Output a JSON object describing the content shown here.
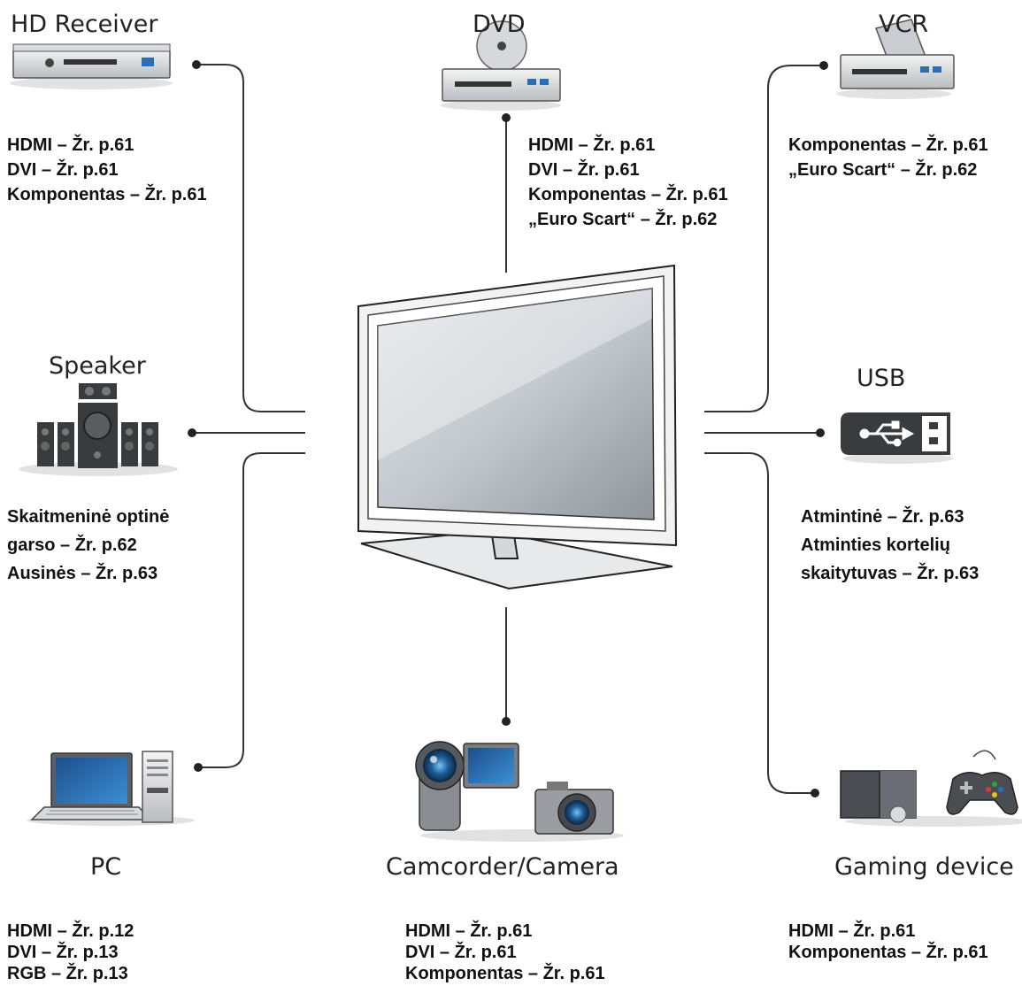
{
  "devices": {
    "hd_receiver": {
      "title": "HD Receiver",
      "refs": [
        "HDMI – Žr. p.61",
        "DVI – Žr. p.61",
        "Komponentas – Žr. p.61"
      ]
    },
    "dvd": {
      "title": "DVD",
      "refs": [
        "HDMI – Žr. p.61",
        "DVI – Žr. p.61",
        "Komponentas – Žr. p.61",
        "„Euro Scart“ – Žr. p.62"
      ]
    },
    "vcr": {
      "title": "VCR",
      "refs": [
        "Komponentas – Žr. p.61",
        "„Euro Scart“ – Žr. p.62"
      ]
    },
    "speaker": {
      "title": "Speaker",
      "refs": [
        "Skaitmeninė optinė",
        "garso – Žr. p.62",
        "Ausinės – Žr. p.63"
      ]
    },
    "usb": {
      "title": "USB",
      "refs": [
        "Atmintinė – Žr. p.63",
        "Atminties kortelių",
        "skaitytuvas – Žr. p.63"
      ]
    },
    "pc": {
      "title": "PC",
      "refs": [
        "HDMI – Žr. p.12",
        "DVI – Žr. p.13",
        "RGB – Žr. p.13"
      ]
    },
    "camcorder": {
      "title": "Camcorder/Camera",
      "refs": [
        "HDMI – Žr. p.61",
        "DVI – Žr. p.61",
        "Komponentas – Žr. p.61"
      ]
    },
    "gaming": {
      "title": "Gaming device",
      "refs": [
        "HDMI – Žr. p.61",
        "Komponentas – Žr. p.61"
      ]
    }
  }
}
